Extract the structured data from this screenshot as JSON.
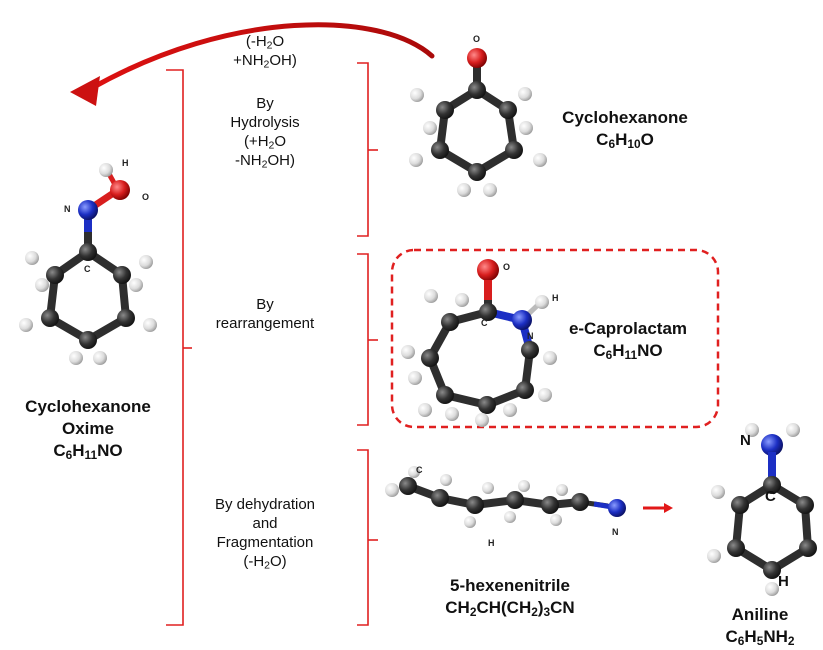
{
  "conditions": {
    "top_line1": "(-H",
    "top_line1_sub": "2",
    "top_line1_tail": "O",
    "top_line2": "+NH",
    "top_line2_sub": "2",
    "top_line2_tail": "OH)",
    "hydrolysis_1": "By",
    "hydrolysis_2": "Hydrolysis",
    "hydrolysis_3a": "(+H",
    "hydrolysis_3_sub": "2",
    "hydrolysis_3b": "O",
    "hydrolysis_4": "-NH",
    "hydrolysis_4_sub": "2",
    "hydrolysis_4b": "OH)",
    "rearr_1": "By",
    "rearr_2": "rearrangement",
    "dehyd_1": "By dehydration",
    "dehyd_2": "and",
    "dehyd_3": "Fragmentation",
    "dehyd_4a": "(-H",
    "dehyd_4_sub": "2",
    "dehyd_4b": "O)"
  },
  "compounds": {
    "cyclohexanone": {
      "name": "Cyclohexanone",
      "f1": "C",
      "s1": "6",
      "f2": "H",
      "s2": "10",
      "f3": "O"
    },
    "caprolactam": {
      "name": "e-Caprolactam",
      "f1": "C",
      "s1": "6",
      "f2": "H",
      "s2": "11",
      "f3": "NO"
    },
    "oxime": {
      "name1": "Cyclohexanone",
      "name2": "Oxime",
      "f1": "C",
      "s1": "6",
      "f2": "H",
      "s2": "11",
      "f3": "NO"
    },
    "hexenenitrile": {
      "name": "5-hexenenitrile",
      "f1": "CH",
      "s1": "2",
      "f2": "CH(CH",
      "s2": "2",
      "f3": ")",
      "s3": "3",
      "f4": "CN"
    },
    "aniline": {
      "name": "Aniline",
      "f1": "C",
      "s1": "6",
      "f2": "H",
      "s2": "5",
      "f3": "NH",
      "s3": "2"
    }
  },
  "atom_labels": {
    "oxime_N": "N",
    "oxime_H": "H",
    "oxime_O": "O",
    "oxime_C": "C",
    "ketone_O": "O",
    "lactam_O": "O",
    "lactam_C": "C",
    "lactam_N": "N",
    "lactam_H": "H",
    "nitrile_C": "C",
    "nitrile_H": "H",
    "nitrile_N": "N",
    "aniline_N": "N",
    "aniline_C": "C",
    "aniline_H": "H"
  },
  "colors": {
    "arrow": "#cc1111",
    "carbon": "#2e2e2e",
    "hydrogen": "#e6e6e6",
    "oxygen": "#d81e1e",
    "nitrogen": "#1c2fc4"
  }
}
